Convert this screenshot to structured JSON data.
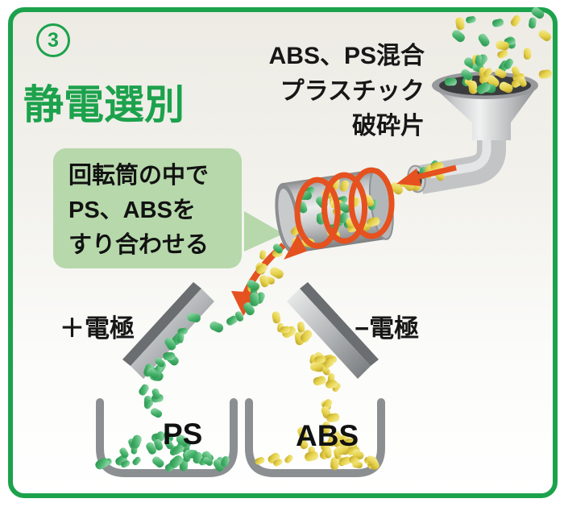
{
  "header": {
    "step_number": "3",
    "title": "静電選別"
  },
  "feed_label": {
    "lines": [
      "ABS、PS混合",
      "プラスチック",
      "破砕片"
    ]
  },
  "callout": {
    "lines": [
      "回転筒の中で",
      "PS、ABSを",
      "すり合わせる"
    ]
  },
  "electrodes": {
    "positive_label": "＋電極",
    "negative_label": "−電極"
  },
  "bins": {
    "ps_label": "PS",
    "abs_label": "ABS"
  },
  "colors": {
    "accent_green": "#1ca24c",
    "callout_bg": "#b6d8ab",
    "arrow_red": "#e5511f",
    "pellet_green": "#3fae63",
    "pellet_yellow": "#e3cf45",
    "machine_gray": "#b9bcbe"
  }
}
